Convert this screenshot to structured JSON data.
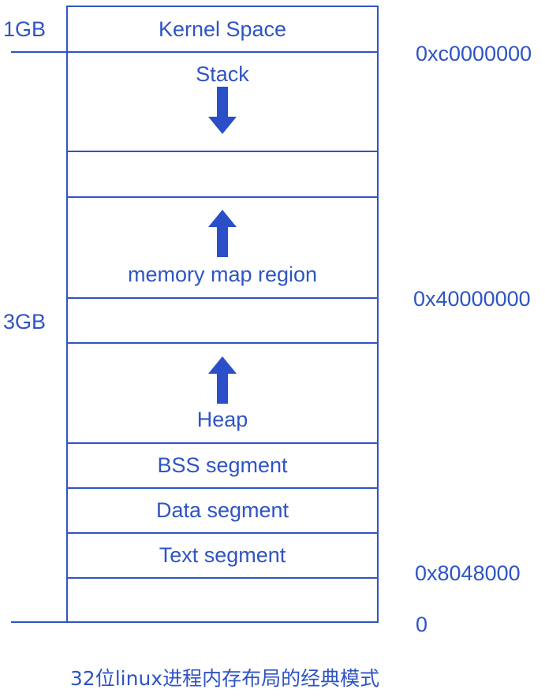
{
  "colors": {
    "line": "#2f54c4",
    "text": "#2f54c4",
    "arrow": "#2a4fc8"
  },
  "left_labels": {
    "kernel_size": "1GB",
    "user_size": "3GB"
  },
  "segments": {
    "kernel": "Kernel Space",
    "stack": "Stack",
    "mmap": "memory map region",
    "heap": "Heap",
    "bss": "BSS segment",
    "data": "Data segment",
    "text": "Text segment"
  },
  "addresses": {
    "kernel_start": "0xc0000000",
    "mmap_start": "0x40000000",
    "text_start": "0x8048000",
    "zero": "0"
  },
  "arrows": {
    "stack": "arrow-down-icon",
    "mmap": "arrow-up-icon",
    "heap": "arrow-up-icon"
  },
  "caption": "32位linux进程内存布局的经典模式"
}
